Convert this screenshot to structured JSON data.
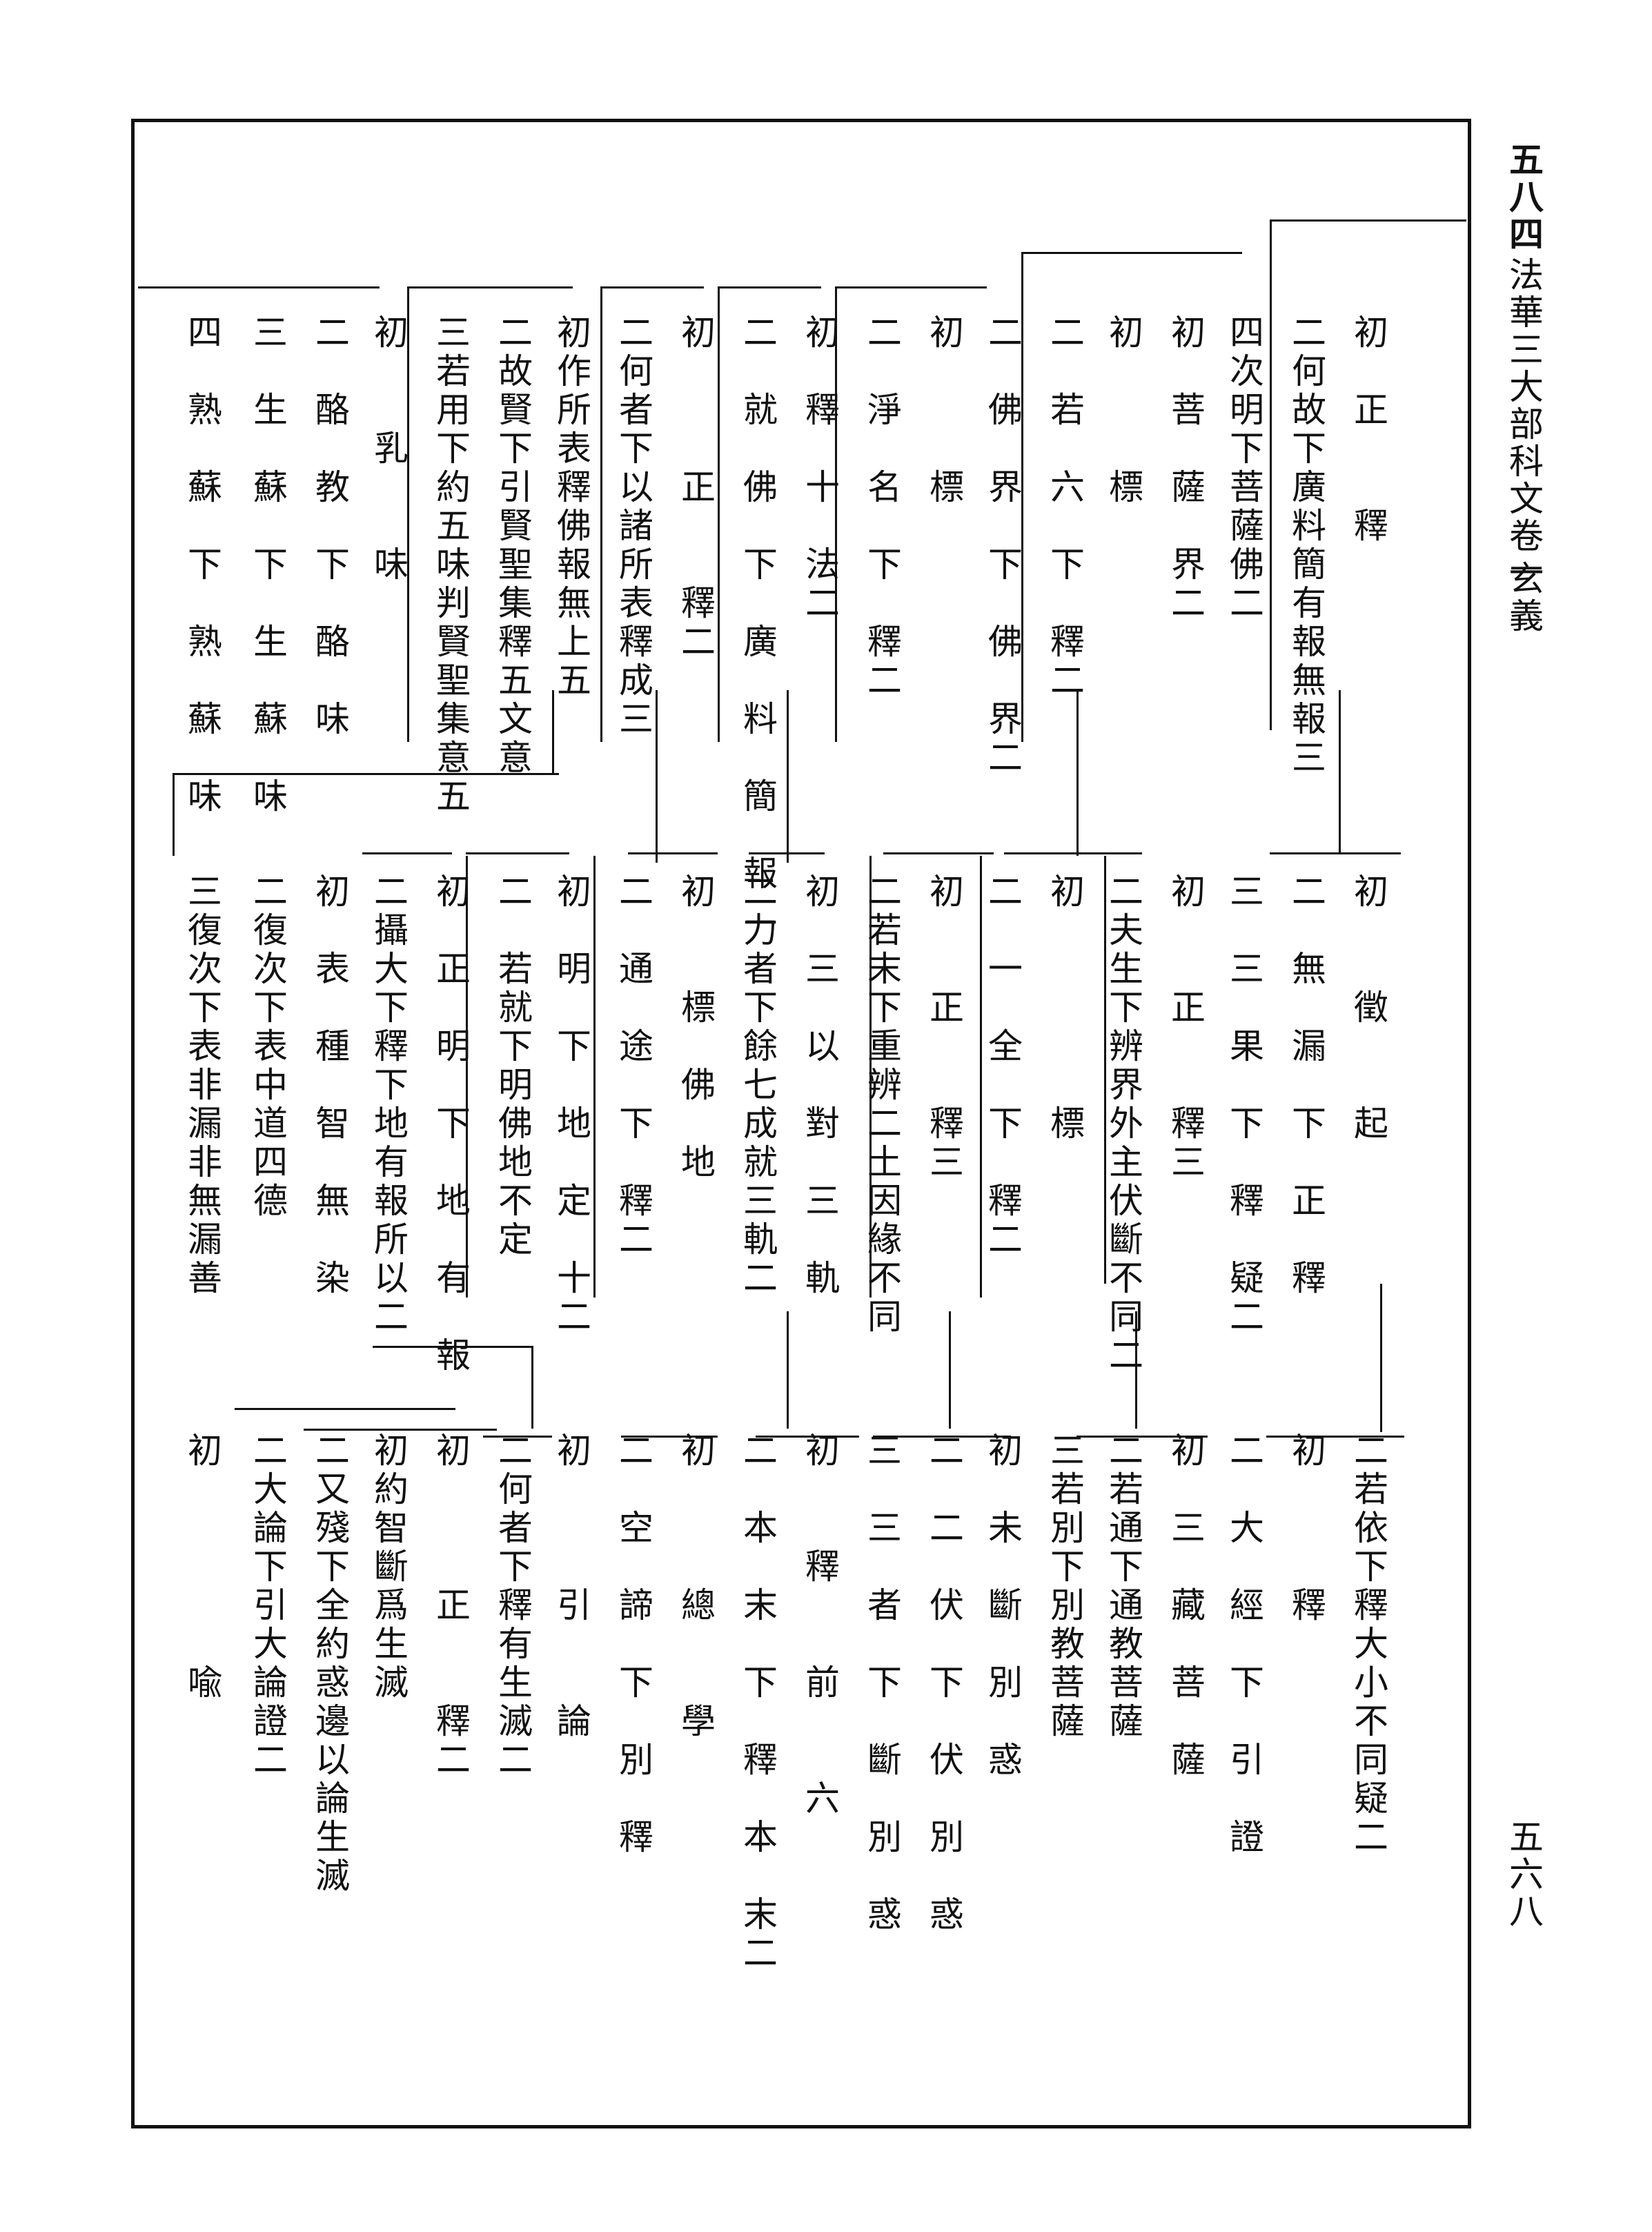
{
  "header": {
    "leaf_number": "五八四",
    "book_title": "法華三大部科文卷一",
    "section_label": "玄義",
    "page_number": "五六八"
  },
  "chart_data": {
    "type": "tree",
    "nodes": [
      {
        "id": "r1c1",
        "text": "初　正　　釋"
      },
      {
        "id": "r1c2",
        "text": "二何故下廣料簡有報無報三"
      },
      {
        "id": "r1c3",
        "text": "四次明下菩薩佛二"
      },
      {
        "id": "r1c4",
        "text": "初　菩　薩　界二"
      },
      {
        "id": "r1c5",
        "text": "初　　　標"
      },
      {
        "id": "r1c6",
        "text": "二　若　六　下　釋二"
      },
      {
        "id": "r1c7",
        "text": "二　佛　界　下　佛　界二"
      },
      {
        "id": "r1c8",
        "text": "初　　　標"
      },
      {
        "id": "r1c9",
        "text": "二　淨　名　下　釋二"
      },
      {
        "id": "r1c10",
        "text": "初　釋　十　法二"
      },
      {
        "id": "r1c11",
        "text": "二　就　佛　下　廣　料　簡　報二"
      },
      {
        "id": "r1c12",
        "text": "初　　　正　　釋二"
      },
      {
        "id": "r1c13",
        "text": "二何者下以諸所表釋成三"
      },
      {
        "id": "r1c14",
        "text": "初作所表釋佛報無上五"
      },
      {
        "id": "r1c15",
        "text": "二故賢下引賢聖集釋五文意"
      },
      {
        "id": "r1c16",
        "text": "三若用下約五味判賢聖集意五"
      },
      {
        "id": "r1c17",
        "text": "初　　乳　　味"
      },
      {
        "id": "r1c18",
        "text": "二　酪　教　下　酪　味"
      },
      {
        "id": "r1c19",
        "text": "三　生　蘇　下　生　蘇　味"
      },
      {
        "id": "r1c20",
        "text": "四　熟　蘇　下　熟　蘇　味"
      },
      {
        "id": "r2c1",
        "text": "初　　徵　　起"
      },
      {
        "id": "r2c2",
        "text": "二　無　漏　下　正　釋"
      },
      {
        "id": "r2c3",
        "text": "三　三　果　下　釋　疑二"
      },
      {
        "id": "r2c4",
        "text": "初　　正　　釋三"
      },
      {
        "id": "r2c5",
        "text": "二夫生下辨界外主伏斷不同二"
      },
      {
        "id": "r2c6",
        "text": "初　　　　　標"
      },
      {
        "id": "r2c7",
        "text": "二　一　全　下　釋二"
      },
      {
        "id": "r2c8",
        "text": "初　　正　　釋三"
      },
      {
        "id": "r2c9",
        "text": "二若末下重辨二土因緣不同"
      },
      {
        "id": "r2c10",
        "text": "初　三　以　對　三　軌"
      },
      {
        "id": "r2c11",
        "text": "二力者下餘七成就三軌二"
      },
      {
        "id": "r2c12",
        "text": "初　　標　佛　地"
      },
      {
        "id": "r2c13",
        "text": "二　通　途　下　釋二"
      },
      {
        "id": "r2c14",
        "text": "初　明　下　地　定　十二"
      },
      {
        "id": "r2c15",
        "text": "二　若就下明佛地不定"
      },
      {
        "id": "r2c16",
        "text": "初　正　明　下　地　有　報"
      },
      {
        "id": "r2c17",
        "text": "二攝大下釋下地有報所以二"
      },
      {
        "id": "r2c18",
        "text": "初　表　種　智　無　染"
      },
      {
        "id": "r2c19",
        "text": "二復次下表中道四德"
      },
      {
        "id": "r2c20",
        "text": "三復次下表非漏非無漏善"
      },
      {
        "id": "r3c1",
        "text": "二若依下釋大小不同疑二"
      },
      {
        "id": "r3c2",
        "text": "初　　　釋"
      },
      {
        "id": "r3c3",
        "text": "二　大　經　下　引　證"
      },
      {
        "id": "r3c4",
        "text": "初　三　藏　菩　薩"
      },
      {
        "id": "r3c5",
        "text": "二若通下通教菩薩"
      },
      {
        "id": "r3c6",
        "text": "三若別下別教菩薩"
      },
      {
        "id": "r3c7",
        "text": "初　未　斷　別　惑"
      },
      {
        "id": "r3c8",
        "text": "二　二　伏　下　伏　別　惑"
      },
      {
        "id": "r3c9",
        "text": "三　三　者　下　斷　別　惑"
      },
      {
        "id": "r3c10",
        "text": "初　　釋　　前　　六"
      },
      {
        "id": "r3c11",
        "text": "二　本　末　下　釋　本　末二"
      },
      {
        "id": "r3c12",
        "text": "初　　　總　　學"
      },
      {
        "id": "r3c13",
        "text": "二　空　諦　下　別　釋"
      },
      {
        "id": "r3c14",
        "text": "初　　　引　　論"
      },
      {
        "id": "r3c15",
        "text": "二何者下釋有生滅二"
      },
      {
        "id": "r3c16",
        "text": "初　　　正　　釋二"
      },
      {
        "id": "r3c17",
        "text": "初約智斷爲生滅"
      },
      {
        "id": "r3c18",
        "text": "二又殘下全約惑邊以論生滅"
      },
      {
        "id": "r3c19",
        "text": "二大論下引大論證二"
      },
      {
        "id": "r3c20",
        "text": "初　　　　　喩"
      }
    ]
  }
}
